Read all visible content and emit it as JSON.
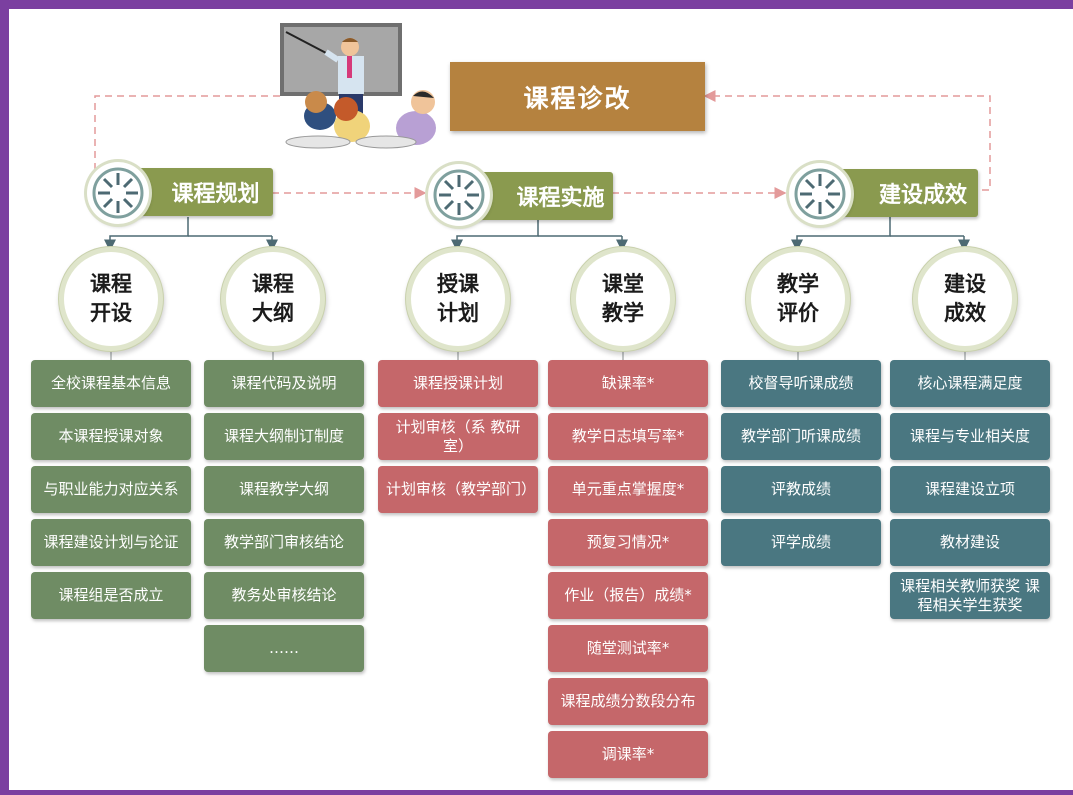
{
  "top": {
    "label": "课程诊改"
  },
  "phases": [
    "课程规划",
    "课程实施",
    "建设成效"
  ],
  "groups": [
    {
      "title": "课程开设",
      "items": [
        "全校课程基本信息",
        "本课程授课对象",
        "与职业能力对应关系",
        "课程建设计划与论证",
        "课程组是否成立"
      ]
    },
    {
      "title": "课程大纲",
      "items": [
        "课程代码及说明",
        "课程大纲制订制度",
        "课程教学大纲",
        "教学部门审核结论",
        "教务处审核结论",
        "……"
      ]
    },
    {
      "title": "授课计划",
      "items": [
        "课程授课计划",
        "计划审核（系  教研室）",
        "计划审核（教学部门）"
      ]
    },
    {
      "title": "课堂教学",
      "items": [
        "缺课率*",
        "教学日志填写率*",
        "单元重点掌握度*",
        "预复习情况*",
        "作业（报告）成绩*",
        "随堂测试率*",
        "课程成绩分数段分布",
        "调课率*"
      ]
    },
    {
      "title": "教学评价",
      "items": [
        "校督导听课成绩",
        "教学部门听课成绩",
        "评教成绩",
        "评学成绩"
      ]
    },
    {
      "title": "建设成效",
      "items": [
        "核心课程满足度",
        "课程与专业相关度",
        "课程建设立项",
        "教材建设",
        "课程相关教师获奖 课程相关学生获奖"
      ]
    }
  ],
  "colors": {
    "frame": "#7b3fa0",
    "phase": "#8a9a4f",
    "top": "#b5823f",
    "green": "#6f8c64",
    "red": "#c5676a",
    "teal": "#4a7781"
  }
}
